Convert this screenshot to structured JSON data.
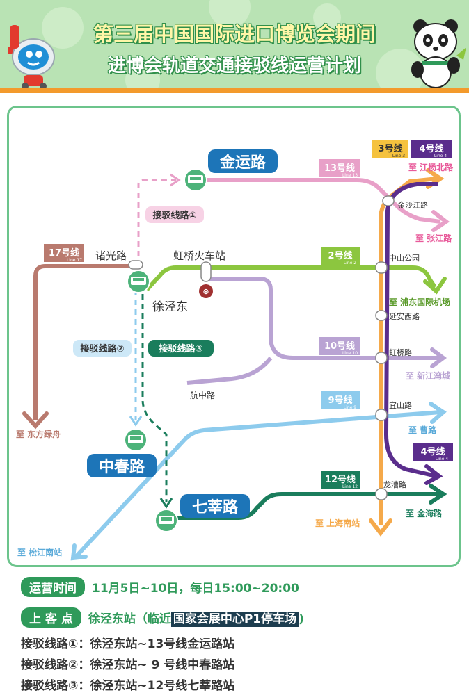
{
  "header": {
    "title_line1": "第三届中国国际进口博览会期间",
    "title_line2": "进博会轨道交通接驳线运营计划",
    "left_mascot": "mascot-robot-icon",
    "right_mascot": "mascot-panda-icon"
  },
  "colors": {
    "line17": "#b97a6e",
    "line13": "#e8a0c8",
    "line2": "#8cc63f",
    "line10": "#b9a3d3",
    "line9": "#8dcbed",
    "line12": "#1a7d5c",
    "line3": "#f5a94a",
    "line4": "#5a2d8c",
    "shuttle1": "#e8a0c8",
    "shuttle2": "#8dcbed",
    "shuttle3": "#1a7d5c"
  },
  "map": {
    "stations": {
      "jinyunlu": "金运路",
      "zhuguanglu": "诸光路",
      "hongqiao_rail": "虹桥火车站",
      "xujingdong": "徐泾东",
      "hangzhonglu": "航中路",
      "zhongchunlu": "中春路",
      "qixinlu": "七莘路",
      "jinshajianglu": "金沙江路",
      "zhongshangongyuan": "中山公园",
      "yananxilu": "延安西路",
      "hongqiaolu": "虹桥路",
      "yishanlu": "宜山路",
      "longcaolu": "龙漕路"
    },
    "lines": {
      "l17": {
        "cn": "17号线",
        "en": "Line 17"
      },
      "l13": {
        "cn": "13号线",
        "en": "Line 13"
      },
      "l2": {
        "cn": "2号线",
        "en": "Line 2"
      },
      "l10": {
        "cn": "10号线",
        "en": "Line 10"
      },
      "l9": {
        "cn": "9号线",
        "en": "Line 9"
      },
      "l12": {
        "cn": "12号线",
        "en": "Line 12"
      },
      "l3": {
        "cn": "3号线",
        "en": "Line 3"
      },
      "l4": {
        "cn": "4号线",
        "en": "Line 4"
      },
      "l4b": {
        "cn": "4号线",
        "en": "Line 4"
      }
    },
    "shuttles": {
      "s1": "接驳线路①",
      "s2": "接驳线路②",
      "s3": "接驳线路③"
    },
    "destinations": {
      "jiangyangbeilu": "至 江杨北路",
      "zhangjianglu": "至 张江路",
      "dongfanglvzhou": "至 东方绿舟",
      "pudongairport": "至 浦东国际机场",
      "xinjiangwancheng": "至 新江湾城",
      "caolu": "至 曹路",
      "shanghainanzhan": "至 上海南站",
      "jinhailu": "至 金海路",
      "songjiangnanzhan": "至 松江南站"
    }
  },
  "info": {
    "time_label": "运营时间",
    "time_value": "11月5日~10日，每日15:00~20:00",
    "pickup_label": "上 客 点",
    "pickup_value": "徐泾东站（临近",
    "pickup_highlight": "国家会展中心P1停车场",
    "pickup_end": ")",
    "route1": "接驳线路①：徐泾东站~13号线金运路站",
    "route2": "接驳线路②：徐泾东站~ 9 号线中春路站",
    "route3": "接驳线路③：徐泾东站~12号线七莘路站"
  }
}
